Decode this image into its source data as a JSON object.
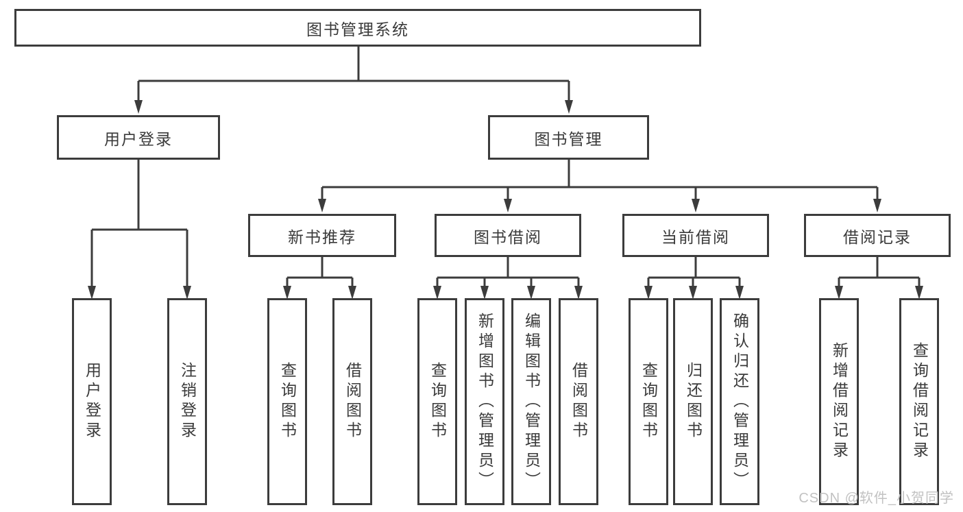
{
  "colors": {
    "line": "#3c3c3c",
    "text": "#3a3a3a",
    "watermark": "#c2c2c2",
    "background": "#ffffff"
  },
  "watermark": {
    "text": "CSDN @软件_小贺同学"
  },
  "tree": {
    "root": {
      "label": "图书管理系统"
    },
    "level2": [
      {
        "label": "用户登录",
        "children": [
          {
            "label": "用户登录"
          },
          {
            "label": "注销登录"
          }
        ]
      },
      {
        "label": "图书管理",
        "children": [
          {
            "label": "新书推荐",
            "children": [
              {
                "label": "查询图书"
              },
              {
                "label": "借阅图书"
              }
            ]
          },
          {
            "label": "图书借阅",
            "children": [
              {
                "label": "查询图书"
              },
              {
                "label": "新增图书（管理员）"
              },
              {
                "label": "编辑图书（管理员）"
              },
              {
                "label": "借阅图书"
              }
            ]
          },
          {
            "label": "当前借阅",
            "children": [
              {
                "label": "查询图书"
              },
              {
                "label": "归还图书"
              },
              {
                "label": "确认归还（管理员）"
              }
            ]
          },
          {
            "label": "借阅记录",
            "children": [
              {
                "label": "新增借阅记录"
              },
              {
                "label": "查询借阅记录"
              }
            ]
          }
        ]
      }
    ]
  }
}
